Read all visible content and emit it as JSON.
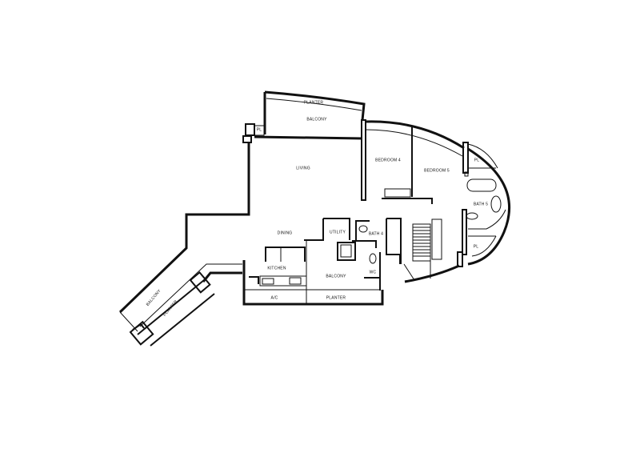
{
  "plan": {
    "rooms": {
      "planter_top": "PLANTER",
      "balcony_top": "BALCONY",
      "pl_left": "PL",
      "living": "LIVING",
      "bedroom4": "BEDROOM 4",
      "bedroom5": "BEDROOM 5",
      "pl_upper_right": "PL",
      "bath5": "BATH 5",
      "pl_lower_right": "PL",
      "dining": "DINING",
      "utility": "UTILITY",
      "bath4": "BATH 4",
      "kitchen": "KITCHEN",
      "balcony_service": "BALCONY",
      "wc": "WC",
      "ac": "A/C",
      "planter_bottom": "PLANTER",
      "balcony_diagonal": "BALCONY",
      "planter_diagonal": "PLANTER"
    }
  }
}
